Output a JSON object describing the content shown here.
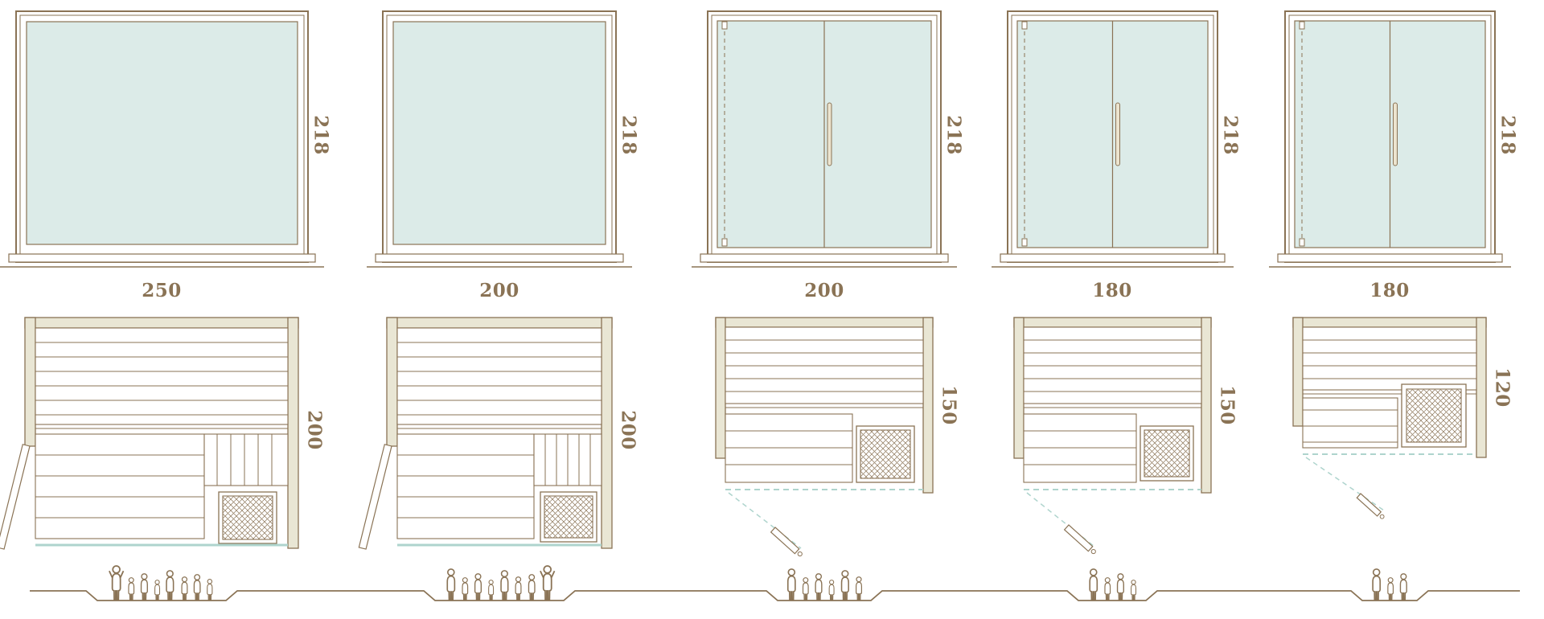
{
  "colors": {
    "line": "#8a7355",
    "glass": "#dcebe8",
    "wall": "#e9e6d4",
    "teal": "#aed4cd",
    "background": "#ffffff"
  },
  "units": [
    {
      "id": "unit-1",
      "front": {
        "width_label": "250",
        "height_label": "218",
        "style": "fixed-glass-panel"
      },
      "plan": {
        "depth_label": "200",
        "door": "side-hinged-door",
        "heater": "corner-stove"
      },
      "capacity_figures": 8
    },
    {
      "id": "unit-2",
      "front": {
        "width_label": "200",
        "height_label": "218",
        "style": "fixed-glass-panel"
      },
      "plan": {
        "depth_label": "200",
        "door": "side-hinged-door",
        "heater": "corner-stove"
      },
      "capacity_figures": 8
    },
    {
      "id": "unit-3",
      "front": {
        "width_label": "200",
        "height_label": "218",
        "style": "glass-double-door"
      },
      "plan": {
        "depth_label": "150",
        "door": "front-hinged-door",
        "heater": "corner-stove"
      },
      "capacity_figures": 6
    },
    {
      "id": "unit-4",
      "front": {
        "width_label": "180",
        "height_label": "218",
        "style": "glass-double-door"
      },
      "plan": {
        "depth_label": "150",
        "door": "front-hinged-door",
        "heater": "corner-stove"
      },
      "capacity_figures": 4
    },
    {
      "id": "unit-5",
      "front": {
        "width_label": "180",
        "height_label": "218",
        "style": "glass-double-door"
      },
      "plan": {
        "depth_label": "120",
        "door": "front-hinged-door",
        "heater": "corner-stove"
      },
      "capacity_figures": 3
    }
  ]
}
